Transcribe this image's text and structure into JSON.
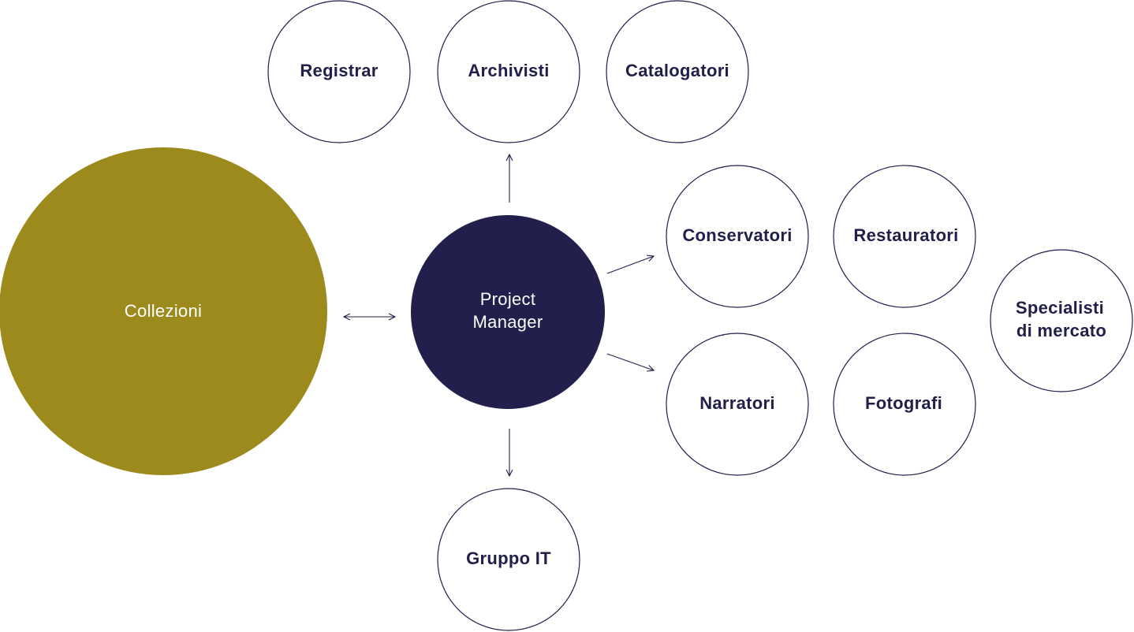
{
  "colors": {
    "collezioni_fill": "#9d8a1c",
    "project_manager_fill": "#221f4c",
    "ring_stroke": "#22204a",
    "text_dark": "#22204a",
    "text_light": "#ffffff"
  },
  "nodes": {
    "collezioni": "Collezioni",
    "project_manager": [
      "Project",
      "Manager"
    ],
    "registrar": "Registrar",
    "archivisti": "Archivisti",
    "catalogatori": "Catalogatori",
    "conservatori": "Conservatori",
    "restauratori": "Restauratori",
    "specialisti": [
      "Specialisti",
      "di mercato"
    ],
    "narratori": "Narratori",
    "fotografi": "Fotografi",
    "gruppo_it": "Gruppo IT"
  }
}
